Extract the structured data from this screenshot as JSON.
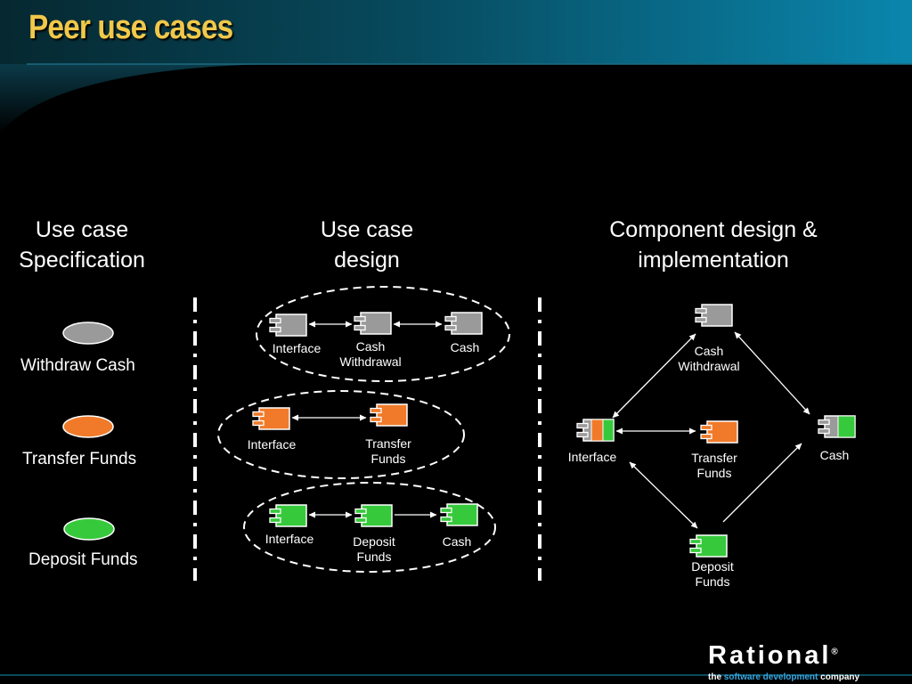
{
  "slide": {
    "title": "Peer use cases",
    "columns": {
      "spec": [
        "Use case",
        "Specification"
      ],
      "design": [
        "Use case",
        "design"
      ],
      "impl": [
        "Component design &",
        "implementation"
      ]
    },
    "use_cases": [
      {
        "label": "Withdraw Cash",
        "color": "#9a9a9a"
      },
      {
        "label": "Transfer Funds",
        "color": "#f07a2a"
      },
      {
        "label": "Deposit Funds",
        "color": "#37c93c"
      }
    ],
    "design_groups": {
      "withdraw": {
        "interface": "Interface",
        "process": [
          "Cash",
          "Withdrawal"
        ],
        "resource": "Cash"
      },
      "transfer": {
        "interface": "Interface",
        "process": [
          "Transfer",
          "Funds"
        ]
      },
      "deposit": {
        "interface": "Interface",
        "process": [
          "Deposit",
          "Funds"
        ],
        "resource": "Cash"
      }
    },
    "implementation": {
      "cash_withdrawal": [
        "Cash",
        "Withdrawal"
      ],
      "interface": "Interface",
      "transfer_funds": [
        "Transfer",
        "Funds"
      ],
      "cash": "Cash",
      "deposit_funds": [
        "Deposit",
        "Funds"
      ]
    },
    "logo": {
      "name": "Rational",
      "registered": "®",
      "tagline_pre": "the ",
      "tagline_hl": "software development",
      "tagline_post": " company"
    },
    "colors": {
      "title": "#f0c84a",
      "gray": "#9a9a9a",
      "orange": "#f07a2a",
      "green": "#37c93c",
      "banner": "#0a7fa6"
    }
  }
}
